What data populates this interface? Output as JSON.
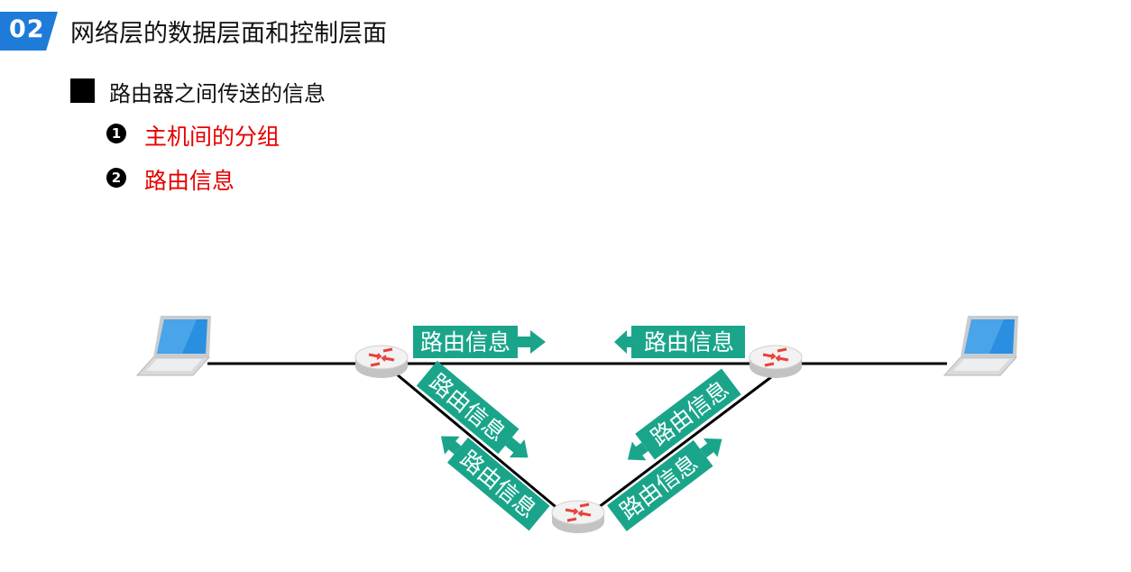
{
  "header": {
    "section_number": "02",
    "title": "网络层的数据层面和控制层面"
  },
  "bullet": {
    "text": "路由器之间传送的信息",
    "items": [
      {
        "marker": "1",
        "text": "主机间的分组"
      },
      {
        "marker": "2",
        "text": "路由信息"
      }
    ]
  },
  "diagram": {
    "link_label": "路由信息"
  },
  "colors": {
    "badge": "#1e7bd8",
    "highlight_text": "#e60000",
    "label_fill": "#1aa58b",
    "router_arrow": "#e8403a"
  }
}
